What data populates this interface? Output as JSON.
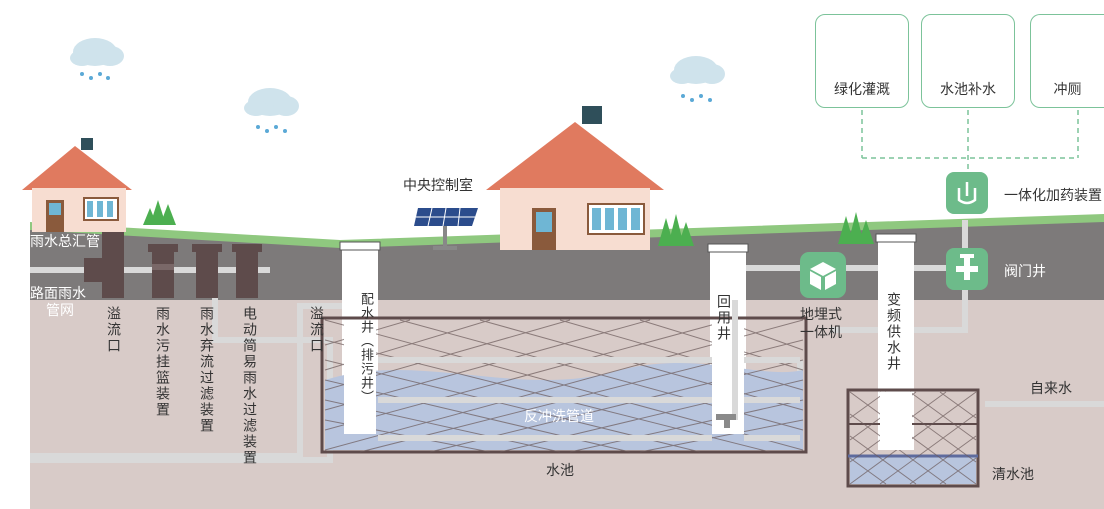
{
  "colors": {
    "ground": "#d8cbc8",
    "surface": "#7d7a7a",
    "grass": "#8fc87f",
    "pipe": "#d9d9d9",
    "accent_green": "#6dbb8a",
    "water": "#b8c5de",
    "roof": "#e07a5f"
  },
  "labels": {
    "main_pipe": "雨水总汇管",
    "road_pipe_line1": "路面雨水",
    "road_pipe_line2": "管网",
    "overflow_left": "溢流口",
    "basket": "雨水污挂篮装置",
    "diversion": "雨水弃流过滤装置",
    "electric": "电动简易雨水过滤装置",
    "overflow_mid": "溢流口",
    "distribution_well": "配水井（排污井）",
    "control_room": "中央控制室",
    "backwash": "反冲洗管道",
    "pool": "水池",
    "return_well": "回用井",
    "buried_unit_line1": "地埋式",
    "buried_unit_line2": "一体机",
    "vfd_well": "变频供水井",
    "tap_water": "自来水",
    "clear_pool": "清水池",
    "valve_well": "阀门井",
    "dosing": "一体化加药装置"
  },
  "uses": [
    {
      "label": "绿化灌溉",
      "icon": "sprinkler-icon"
    },
    {
      "label": "水池补水",
      "icon": "pool-icon"
    },
    {
      "label": "冲厕",
      "icon": "toilet-icon"
    }
  ]
}
